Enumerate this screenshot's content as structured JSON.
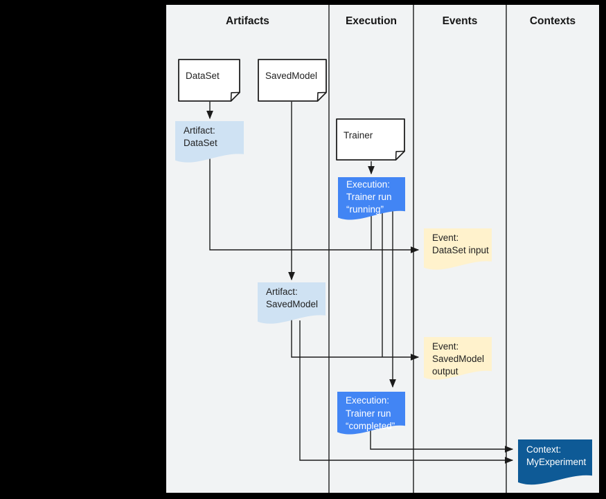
{
  "columns": [
    {
      "label": "Artifacts"
    },
    {
      "label": "Execution"
    },
    {
      "label": "Events"
    },
    {
      "label": "Contexts"
    }
  ],
  "colors": {
    "background": "#f1f3f4",
    "frame": "#000000",
    "line": "#1b1b1b",
    "document_fill": "#ffffff",
    "artifact_fill": "#cfe2f3",
    "execution_fill": "#4285f4",
    "event_fill": "#fff2cc",
    "context_fill": "#0e5a96"
  },
  "nodes": {
    "dataset_doc": {
      "label": "DataSet"
    },
    "savedmodel_doc": {
      "label": "SavedModel"
    },
    "trainer_doc": {
      "label": "Trainer"
    },
    "artifact_dataset": {
      "lines": [
        "Artifact:",
        "DataSet"
      ]
    },
    "execution_running": {
      "lines": [
        "Execution:",
        "Trainer run",
        "“running”"
      ]
    },
    "event_dataset_input": {
      "lines": [
        "Event:",
        "DataSet input"
      ]
    },
    "artifact_savedmodel": {
      "lines": [
        "Artifact:",
        "SavedModel"
      ]
    },
    "event_savedmodel_output": {
      "lines": [
        "Event:",
        "SavedModel",
        "output"
      ]
    },
    "execution_completed": {
      "lines": [
        "Execution:",
        "Trainer run",
        "“completed”"
      ]
    },
    "context_myexperiment": {
      "lines": [
        "Context:",
        "MyExperiment"
      ]
    }
  }
}
